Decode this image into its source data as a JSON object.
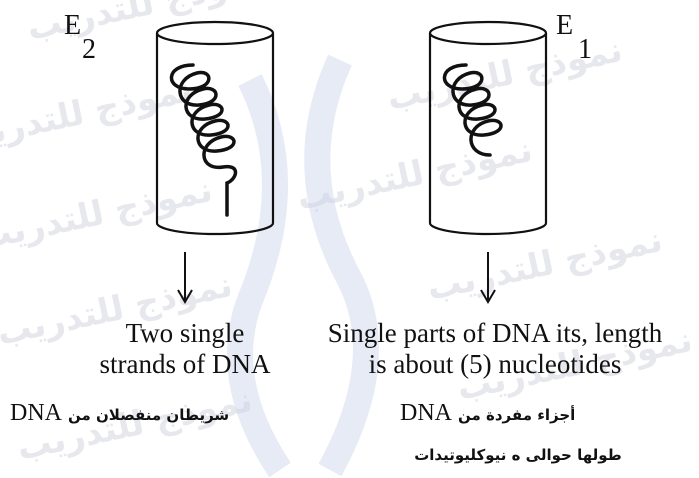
{
  "watermark": {
    "text": "نموذج للتدريب",
    "color": "#d9dbe3"
  },
  "left": {
    "label_main": "E",
    "label_sub": "2",
    "desc_line1": "Two single",
    "desc_line2": "strands of DNA",
    "arabic_text": "شريطان منفصلان من",
    "arabic_dna": "DNA"
  },
  "right": {
    "label_main": "E",
    "label_sub": "1",
    "desc_line1": "Single parts of DNA its, length",
    "desc_line2": "is about (5) nucleotides",
    "arabic_line1_text": "أجزاء مفردة من",
    "arabic_line1_dna": "DNA",
    "arabic_line2": "طولها حوالى ه نيوكليوتيدات"
  },
  "colors": {
    "stroke": "#111111",
    "background": "#ffffff"
  }
}
